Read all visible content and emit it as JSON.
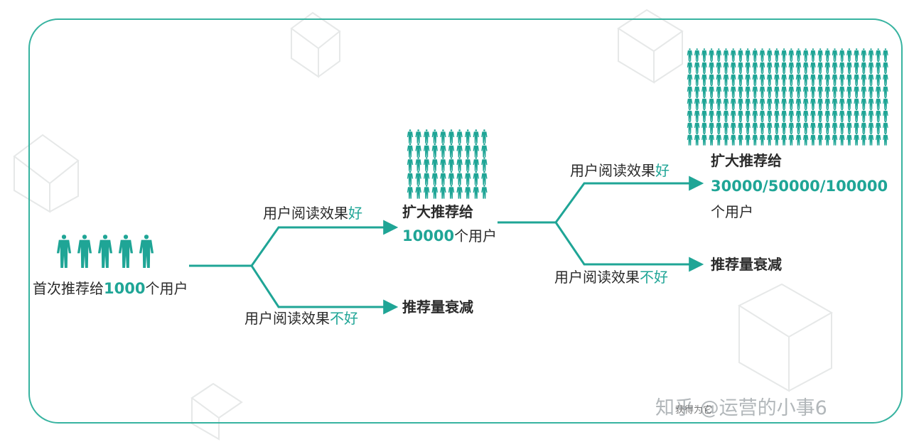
{
  "colors": {
    "accent": "#1fa596",
    "frame": "#37b3a0",
    "text": "#2a2a2a"
  },
  "start": {
    "prefix": "首次推荐给",
    "count": "1000",
    "suffix": "个用户"
  },
  "stage1": {
    "good_branch": {
      "prefix": "用户阅读效果",
      "highlight": "好"
    },
    "bad_branch": {
      "prefix": "用户阅读效果",
      "highlight": "不好"
    },
    "expand_line1": "扩大推荐给",
    "expand_count": "10000",
    "expand_suffix": "个用户",
    "decay": "推荐量衰减"
  },
  "stage2": {
    "good_branch": {
      "prefix": "用户阅读效果",
      "highlight": "好"
    },
    "bad_branch": {
      "prefix": "用户阅读效果",
      "highlight": "不好"
    },
    "expand_line1": "扩大推荐给",
    "expand_count": "30000/50000/100000",
    "expand_suffix": "个用户",
    "decay": "推荐量衰减"
  },
  "watermark": {
    "main": "知乎 @运营的小事6",
    "sub": "获得为它",
    "icon": "book-cube-icon"
  }
}
